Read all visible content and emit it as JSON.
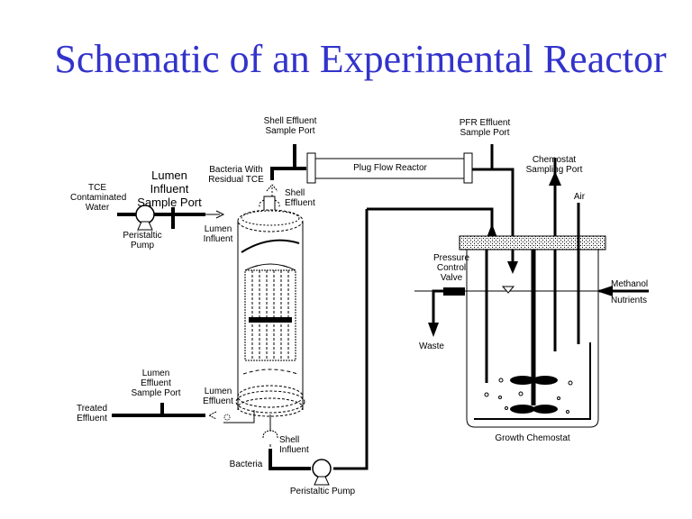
{
  "title": "Schematic of an Experimental Reactor",
  "labels": {
    "tce_water": [
      "TCE",
      "Contaminated",
      "Water"
    ],
    "peristaltic_pump_top": [
      "Peristaltic",
      "Pump"
    ],
    "lumen_influent_sample_port": [
      "Lumen",
      "Influent",
      "Sample Port"
    ],
    "bacteria_residual_tce": [
      "Bacteria With",
      "Residual TCE"
    ],
    "shell_effluent": [
      "Shell",
      "Effluent"
    ],
    "lumen_influent": [
      "Lumen",
      "Influent"
    ],
    "shell_effluent_sample_port": [
      "Shell Effluent",
      "Sample Port"
    ],
    "plug_flow_reactor": "Plug Flow Reactor",
    "pfr_effluent_sample_port": [
      "PFR Effluent",
      "Sample Port"
    ],
    "chemostat_sampling_port": [
      "Chemostat",
      "Sampling Port"
    ],
    "air": "Air",
    "pressure_control_valve": [
      "Pressure",
      "Control",
      "Valve"
    ],
    "methanol": "Methanol",
    "nutrients": "Nutrients",
    "waste": "Waste",
    "growth_chemostat": "Growth Chemostat",
    "lumen_effluent_sample_port": [
      "Lumen",
      "Effluent",
      "Sample Port"
    ],
    "lumen_effluent": [
      "Lumen",
      "Effluent"
    ],
    "treated_effluent": [
      "Treated",
      "Effluent"
    ],
    "shell_influent": [
      "Shell",
      "Influent"
    ],
    "bacteria": "Bacteria",
    "peristaltic_pump_bottom": "Peristaltic Pump"
  }
}
